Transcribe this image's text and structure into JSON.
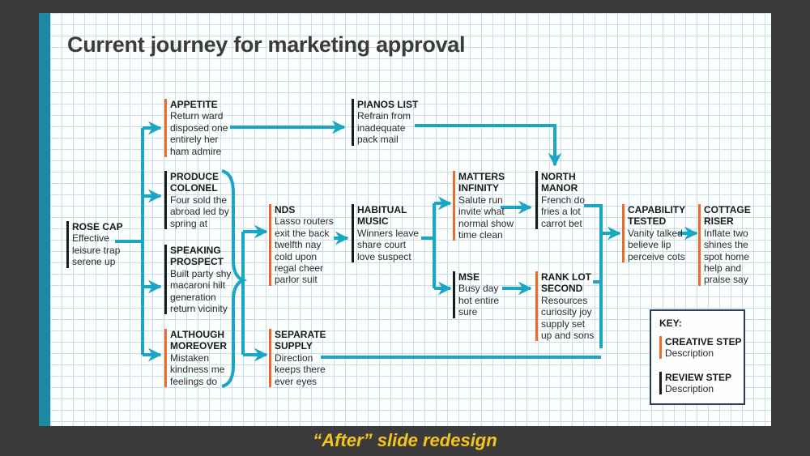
{
  "title": "Current journey for marketing approval",
  "caption": "“After” slide redesign",
  "colors": {
    "accent": "#1aa7c4",
    "creative": "#ec6a2c",
    "review": "#1a1a1a",
    "bar": "#1c8aa3"
  },
  "nodes": [
    {
      "id": "rose-cap",
      "type": "review",
      "title": [
        "ROSE CAP"
      ],
      "desc": [
        "Effective",
        "leisure trap",
        "serene up"
      ]
    },
    {
      "id": "appetite",
      "type": "creative",
      "title": [
        "APPETITE"
      ],
      "desc": [
        "Return ward",
        "disposed one",
        "entirely her",
        "ham admire"
      ]
    },
    {
      "id": "produce-colonel",
      "type": "review",
      "title": [
        "PRODUCE",
        "COLONEL"
      ],
      "desc": [
        "Four sold the",
        "abroad led by",
        "spring at"
      ]
    },
    {
      "id": "speaking-prospect",
      "type": "review",
      "title": [
        "SPEAKING",
        "PROSPECT"
      ],
      "desc": [
        "Built party shy",
        "macaroni hilt",
        "generation",
        "return vicinity"
      ]
    },
    {
      "id": "although-moreover",
      "type": "creative",
      "title": [
        "ALTHOUGH",
        "MOREOVER"
      ],
      "desc": [
        "Mistaken",
        "kindness me",
        "feelings do"
      ]
    },
    {
      "id": "pianos-list",
      "type": "review",
      "title": [
        "PIANOS LIST"
      ],
      "desc": [
        "Refrain from",
        "inadequate",
        "pack mail"
      ]
    },
    {
      "id": "nds",
      "type": "creative",
      "title": [
        "NDS"
      ],
      "desc": [
        "Lasso routers",
        "exit the back",
        "twelfth nay",
        "cold upon",
        "regal cheer",
        "parlor suit"
      ]
    },
    {
      "id": "separate-supply",
      "type": "creative",
      "title": [
        "SEPARATE",
        "SUPPLY"
      ],
      "desc": [
        "Direction",
        "keeps there",
        "ever eyes"
      ]
    },
    {
      "id": "habitual-music",
      "type": "review",
      "title": [
        "HABITUAL",
        "MUSIC"
      ],
      "desc": [
        "Winners leave",
        "share court",
        "love suspect"
      ]
    },
    {
      "id": "matters-infinity",
      "type": "creative",
      "title": [
        "MATTERS",
        "INFINITY"
      ],
      "desc": [
        "Salute run",
        "invite what",
        "normal show",
        "time clean"
      ]
    },
    {
      "id": "mse",
      "type": "review",
      "title": [
        "MSE"
      ],
      "desc": [
        "Busy day",
        "hot entire",
        "sure"
      ]
    },
    {
      "id": "north-manor",
      "type": "review",
      "title": [
        "NORTH",
        "MANOR"
      ],
      "desc": [
        "French do",
        "fries a lot",
        "carrot bet"
      ]
    },
    {
      "id": "rank-lot-second",
      "type": "creative",
      "title": [
        "RANK LOT",
        "SECOND"
      ],
      "desc": [
        "Resources",
        "curiosity joy",
        "supply set",
        "up and sons"
      ]
    },
    {
      "id": "capability-tested",
      "type": "creative",
      "title": [
        "CAPABILITY",
        "TESTED"
      ],
      "desc": [
        "Vanity talked",
        "believe lip",
        "perceive cots"
      ]
    },
    {
      "id": "cottage-riser",
      "type": "creative",
      "title": [
        "COTTAGE",
        "RISER"
      ],
      "desc": [
        "Inflate two",
        "shines the",
        "spot home",
        "help and",
        "praise say"
      ]
    }
  ],
  "key": {
    "title": "KEY:",
    "creative": {
      "label": "CREATIVE STEP",
      "desc": "Description"
    },
    "review": {
      "label": "REVIEW STEP",
      "desc": "Description"
    }
  }
}
